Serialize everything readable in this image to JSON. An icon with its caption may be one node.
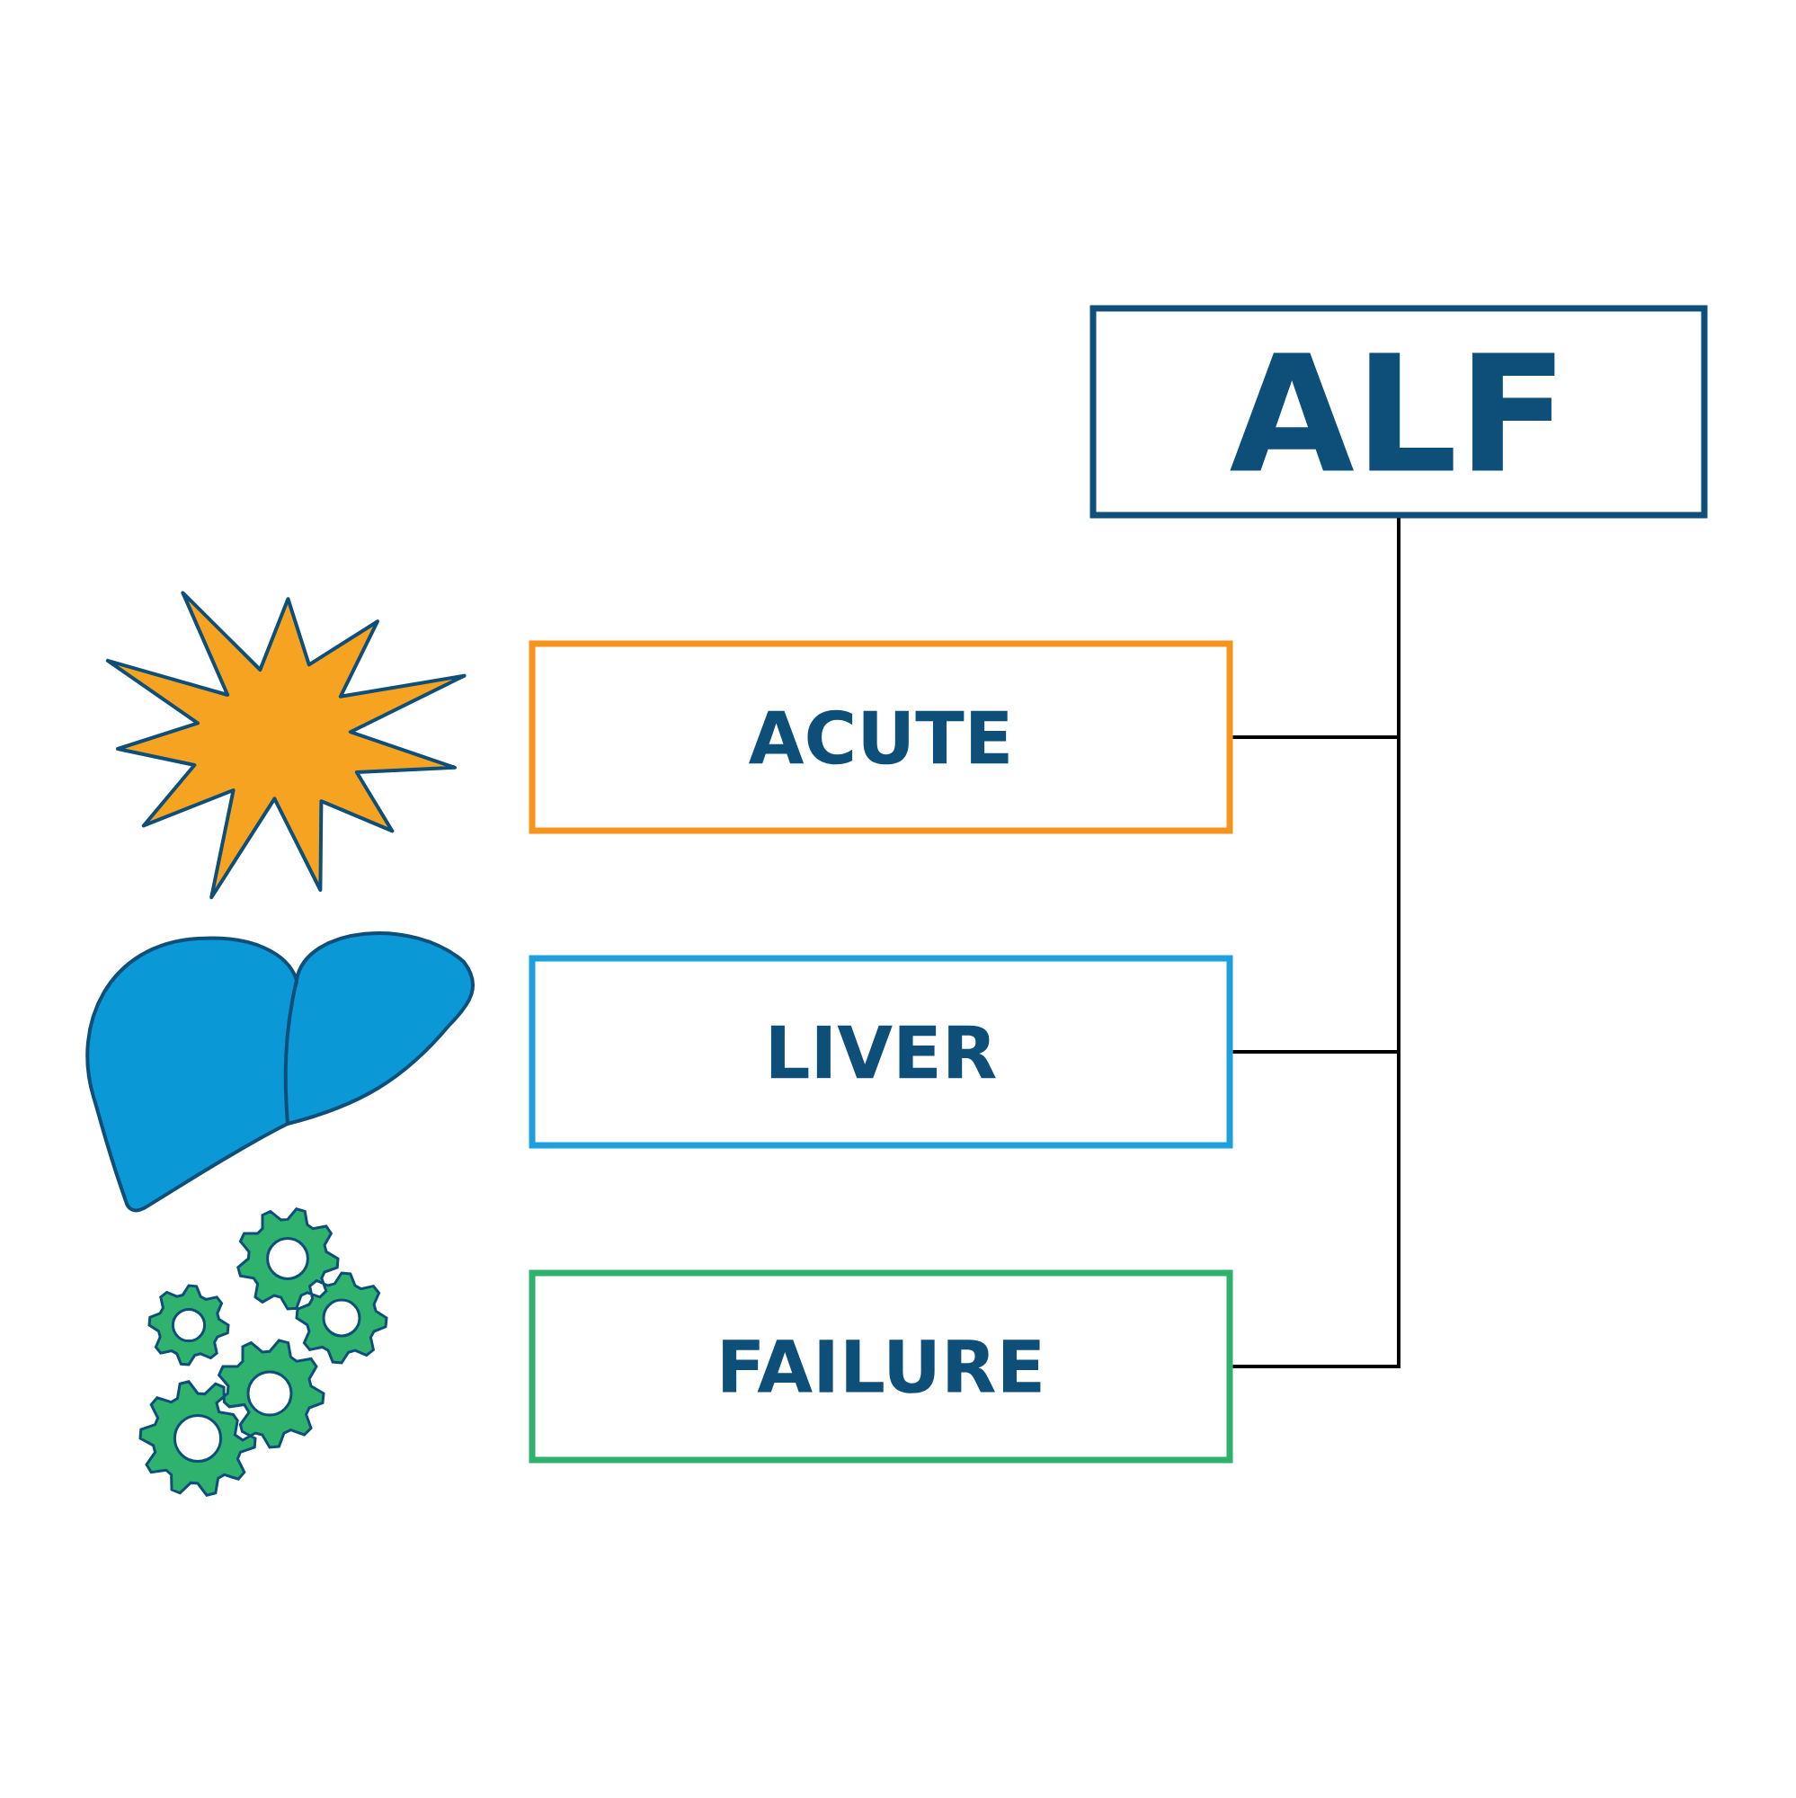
{
  "diagram": {
    "nodes": [
      {
        "text": [
          "ALF"
        ]
      },
      {
        "text": [
          "ACUTE"
        ]
      },
      {
        "text": [
          "LIVER"
        ]
      },
      {
        "text": [
          "FAILURE"
        ]
      }
    ],
    "edges": [
      {
        "from": 0,
        "to": 1,
        "arrow": "none"
      },
      {
        "from": 0,
        "to": 2,
        "arrow": "none"
      },
      {
        "from": 0,
        "to": 3,
        "arrow": "none"
      }
    ]
  }
}
